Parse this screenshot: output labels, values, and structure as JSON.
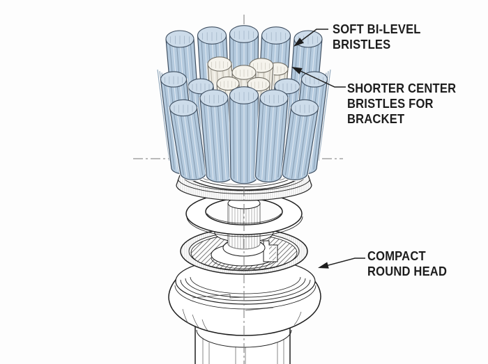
{
  "page": {
    "background": "#fdfdfd"
  },
  "illustration": {
    "subject": "Compact round toothbrush head with bi-level bristles — technical line drawing",
    "line_color": "#1e1e1e",
    "centerline_color": "#767676",
    "bristle_colors": {
      "blue_fill": "#b4cade",
      "blue_cap": "#cddcea",
      "blue_stripe_dark": "#7e93a8",
      "blue_stripe_light": "#e9eff6",
      "blue_outline": "#3e4e60",
      "white_fill": "#ece9e0",
      "white_cap": "#f5f3ec",
      "white_stripe_dark": "#b2aea2",
      "white_stripe_light": "#fbfaf5",
      "white_outline": "#6f6c62"
    }
  },
  "callouts": [
    {
      "id": "soft-bi-level-bristles",
      "lines": [
        "SOFT BI-LEVEL",
        "BRISTLES"
      ]
    },
    {
      "id": "shorter-center-bristles-for-bracket",
      "lines": [
        "SHORTER CENTER",
        "BRISTLES FOR",
        "BRACKET"
      ]
    },
    {
      "id": "compact-round-head",
      "lines": [
        "COMPACT",
        "ROUND HEAD"
      ]
    }
  ]
}
